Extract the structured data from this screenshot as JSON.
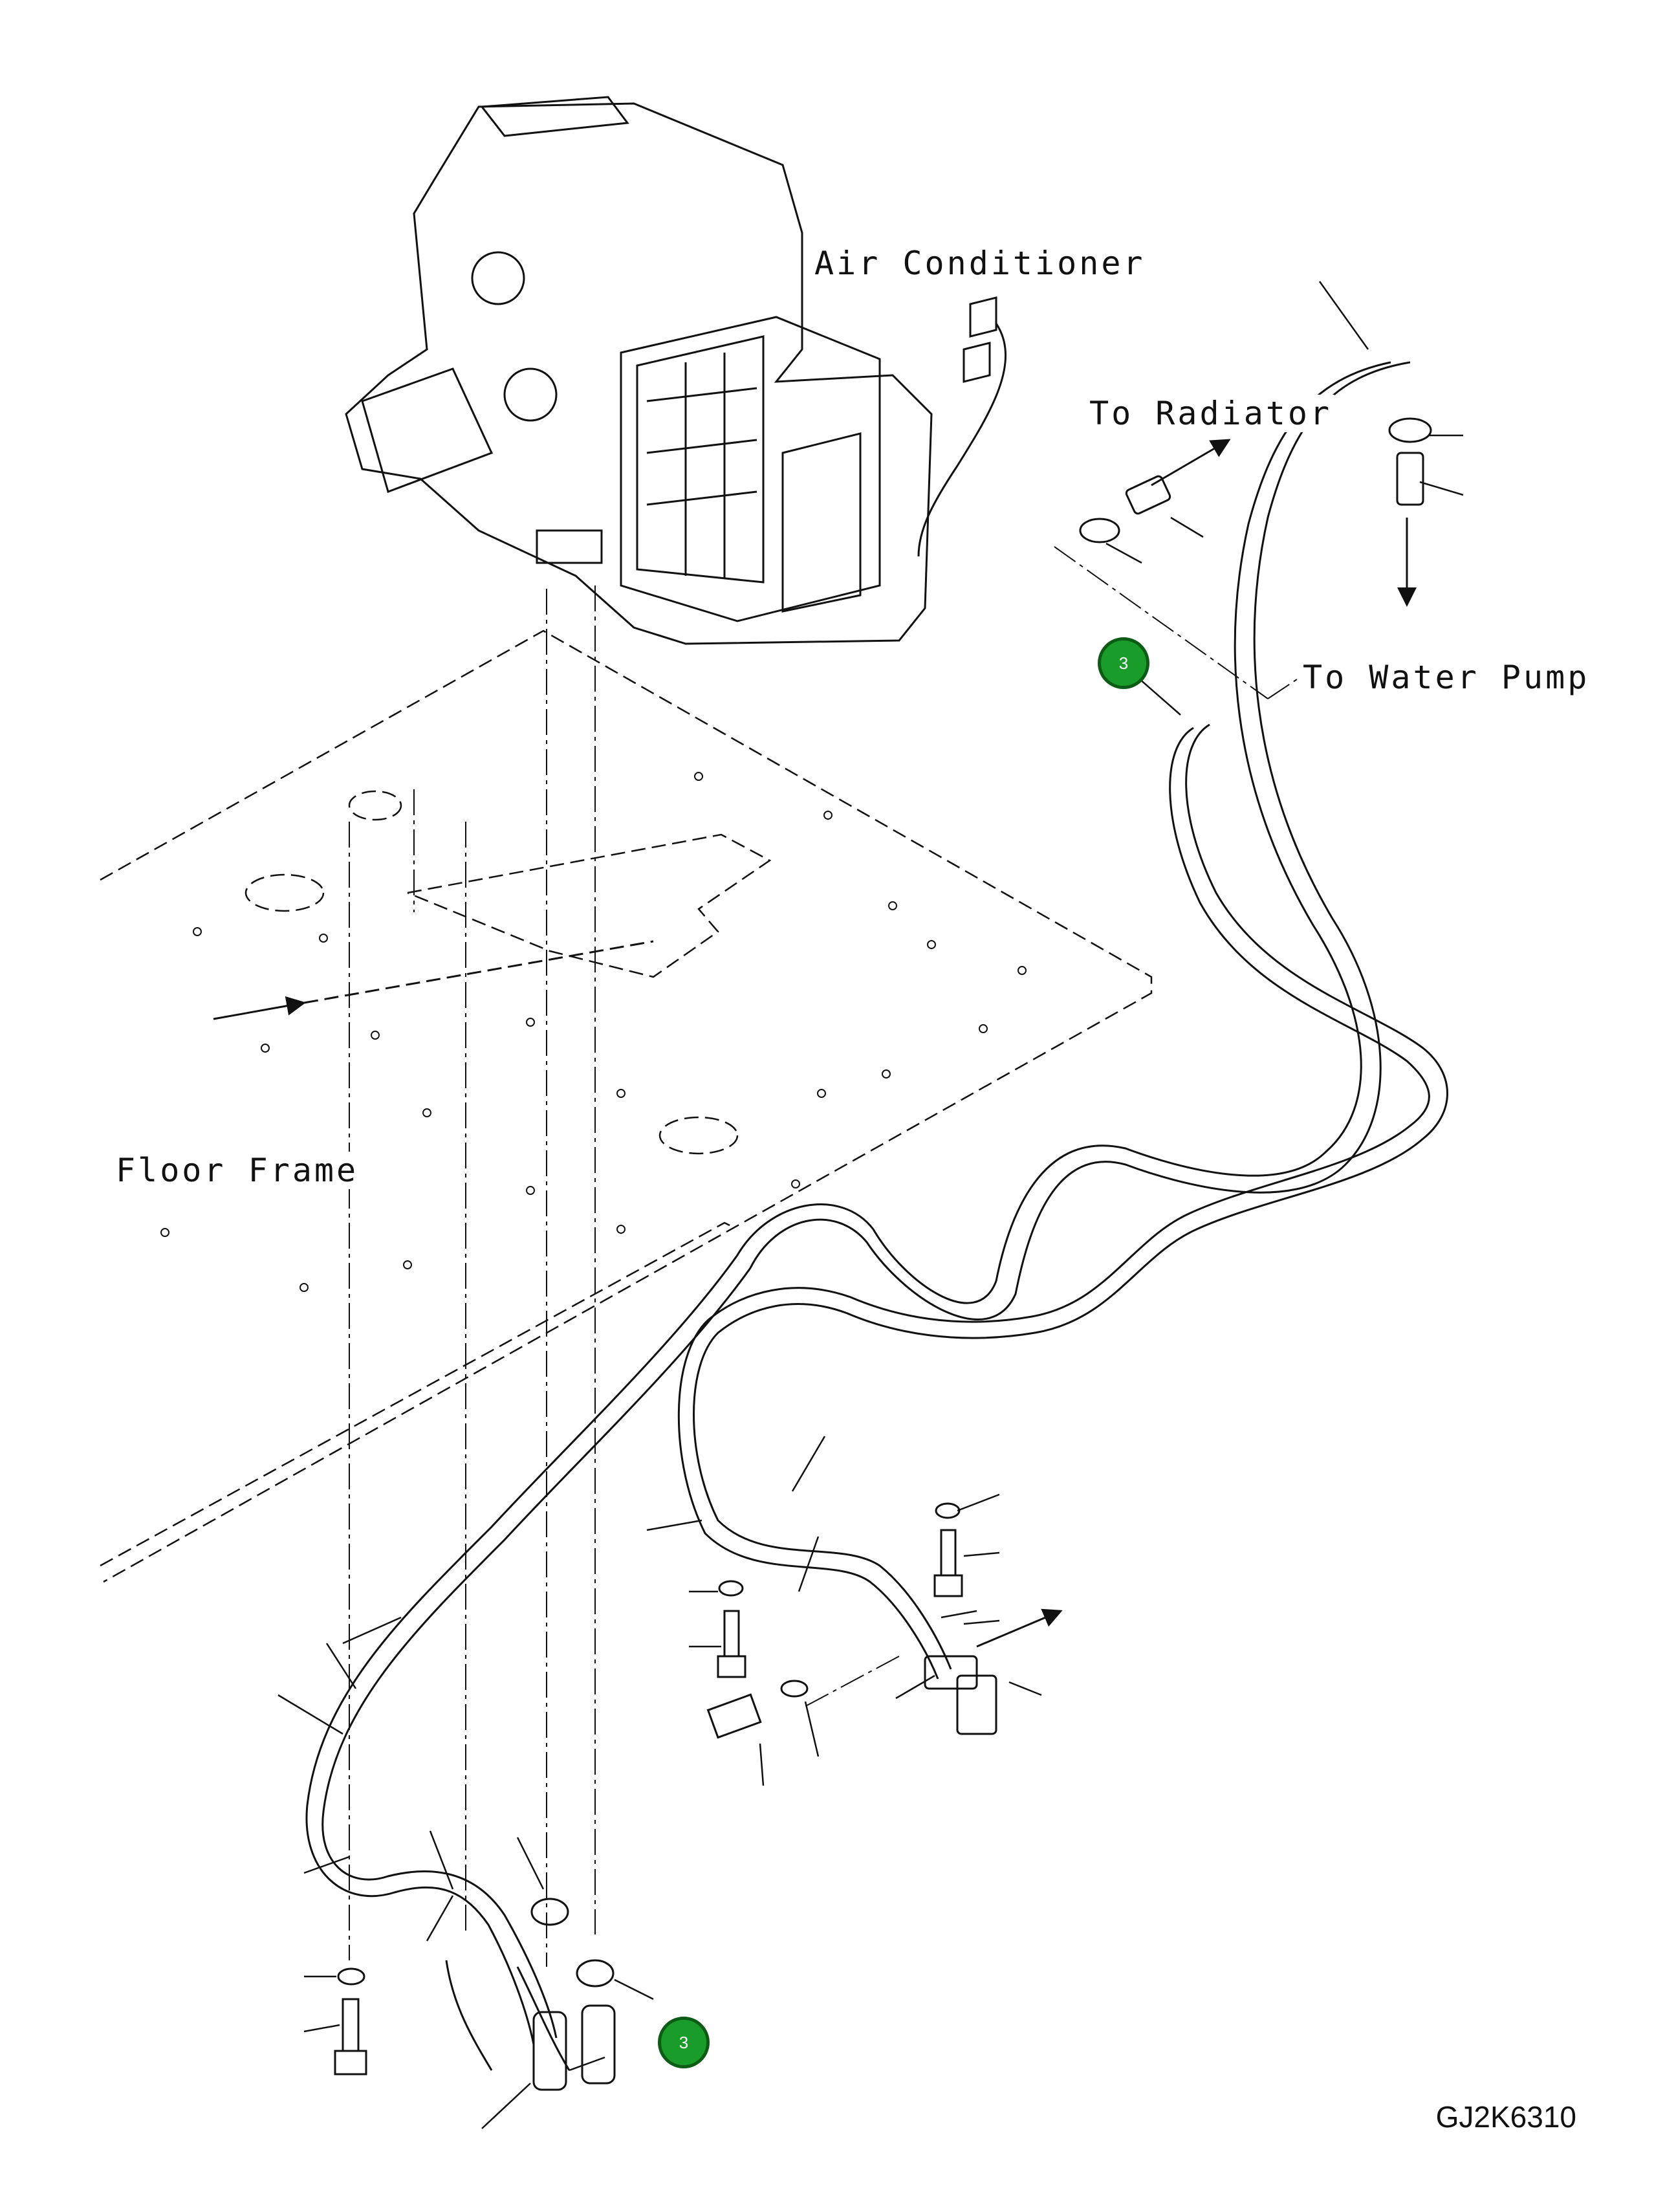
{
  "labels": {
    "air_conditioner": "Air Conditioner",
    "to_radiator": "To Radiator",
    "to_water_pump": "To Water Pump",
    "floor_frame": "Floor Frame"
  },
  "drawing_code": "GJ2K6310",
  "callouts": [
    {
      "number": "3"
    },
    {
      "number": "3"
    }
  ],
  "colors": {
    "line": "#111111",
    "callout_fill": "#1a9c2a",
    "callout_border": "#0d5c16"
  }
}
